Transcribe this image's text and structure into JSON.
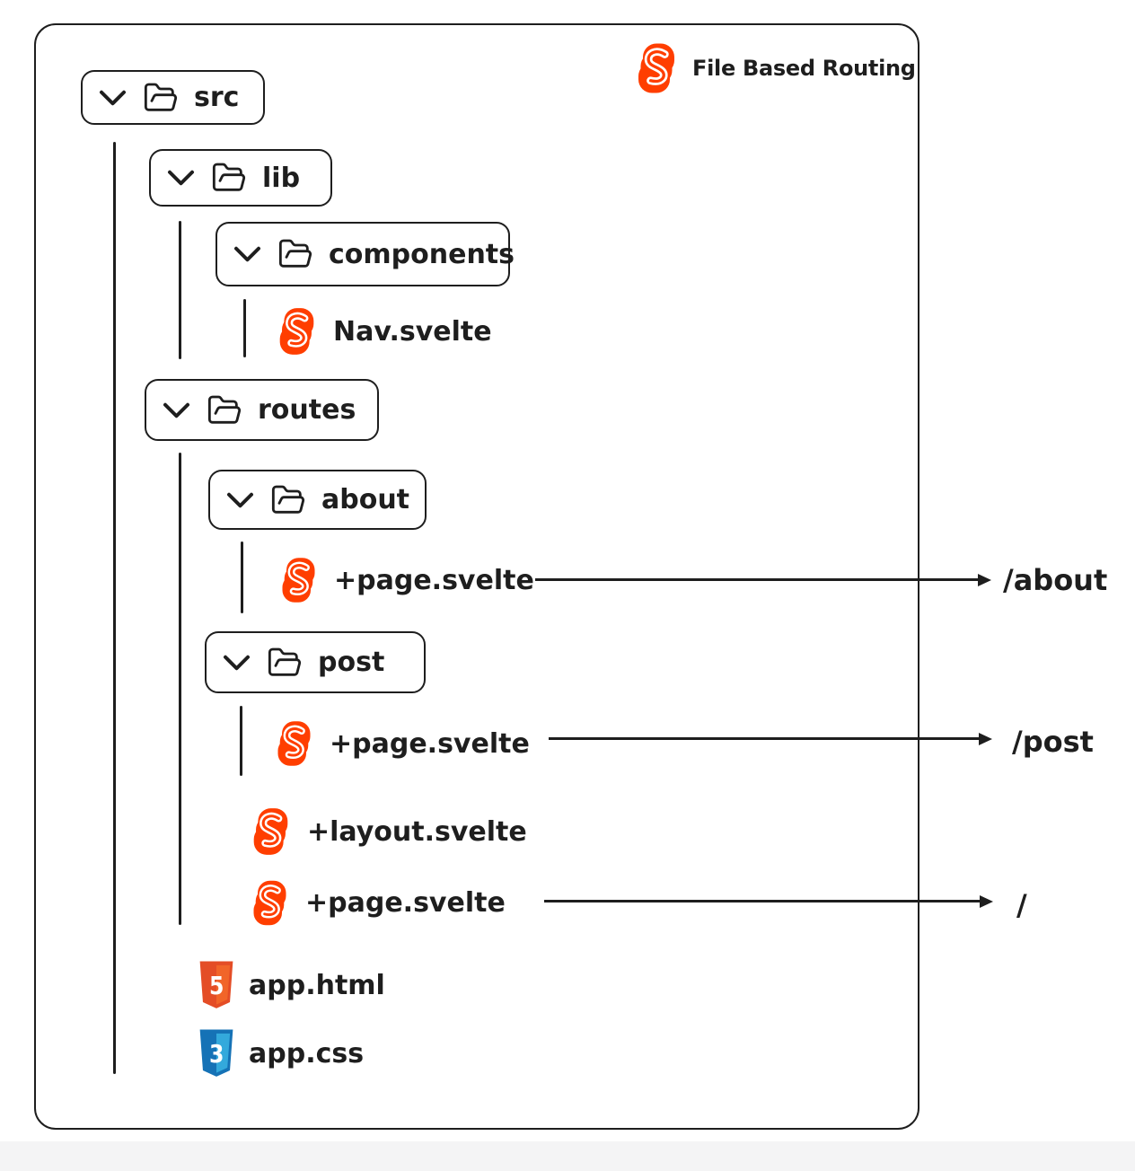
{
  "header": {
    "title": "File Based Routing",
    "logo_icon": "svelte-icon"
  },
  "tree": {
    "src": {
      "label": "src",
      "type": "folder",
      "state": "expanded"
    },
    "lib": {
      "label": "lib",
      "type": "folder",
      "state": "expanded"
    },
    "components": {
      "label": "components",
      "type": "folder",
      "state": "expanded"
    },
    "nav_svelte": {
      "label": "Nav.svelte",
      "type": "svelte-file"
    },
    "routes": {
      "label": "routes",
      "type": "folder",
      "state": "expanded"
    },
    "about": {
      "label": "about",
      "type": "folder",
      "state": "expanded"
    },
    "about_page": {
      "label": "+page.svelte",
      "type": "svelte-file",
      "route": "/about"
    },
    "post": {
      "label": "post",
      "type": "folder",
      "state": "expanded"
    },
    "post_page": {
      "label": "+page.svelte",
      "type": "svelte-file",
      "route": "/post"
    },
    "layout_svelte": {
      "label": "+layout.svelte",
      "type": "svelte-file"
    },
    "root_page": {
      "label": "+page.svelte",
      "type": "svelte-file",
      "route": "/"
    },
    "app_html": {
      "label": "app.html",
      "type": "html-file"
    },
    "app_css": {
      "label": "app.css",
      "type": "css-file"
    }
  },
  "icons": {
    "chevron": "chevron-down-icon",
    "folder": "folder-open-icon",
    "svelte": "svelte-icon",
    "html5": "html5-icon",
    "css3": "css3-icon"
  },
  "colors": {
    "ink": "#1e1e1e",
    "background": "#ffffff",
    "svelte_orange": "#ff3e00",
    "html5_orange": "#e44d26",
    "html5_orange_light": "#f16529",
    "css3_blue": "#1572b6",
    "css3_blue_light": "#33a9dc",
    "footer_strip": "#f4f4f5"
  }
}
